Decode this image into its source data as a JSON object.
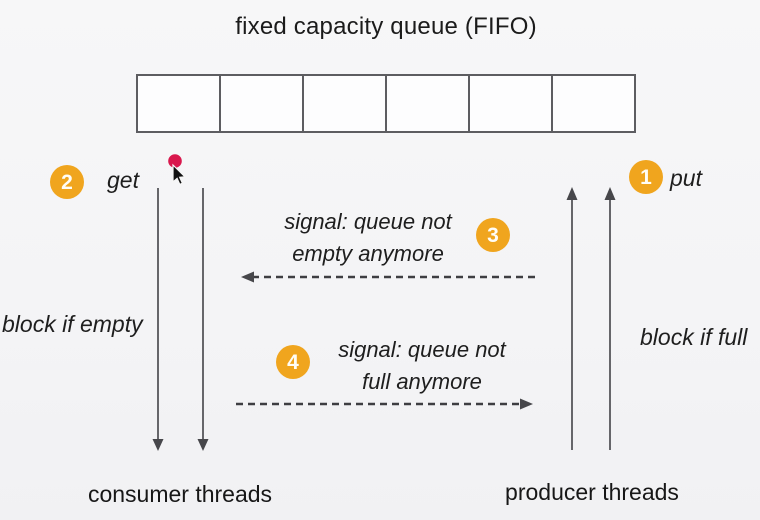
{
  "title": "fixed capacity queue (FIFO)",
  "queue": {
    "slots": 6
  },
  "producer": {
    "step_number": "1",
    "action_label": "put",
    "block_label": "block if full",
    "threads_label": "producer threads"
  },
  "consumer": {
    "step_number": "2",
    "action_label": "get",
    "block_label": "block if empty",
    "threads_label": "consumer threads"
  },
  "signals": [
    {
      "step_number": "3",
      "label_line1": "signal: queue not",
      "label_line2": "empty anymore",
      "direction": "left"
    },
    {
      "step_number": "4",
      "label_line1": "signal: queue not",
      "label_line2": "full anymore",
      "direction": "right"
    }
  ],
  "colors": {
    "badge": "#F0A51E",
    "cursor_dot": "#D9184D",
    "line": "#56565a",
    "background": "#f4f4f6"
  }
}
